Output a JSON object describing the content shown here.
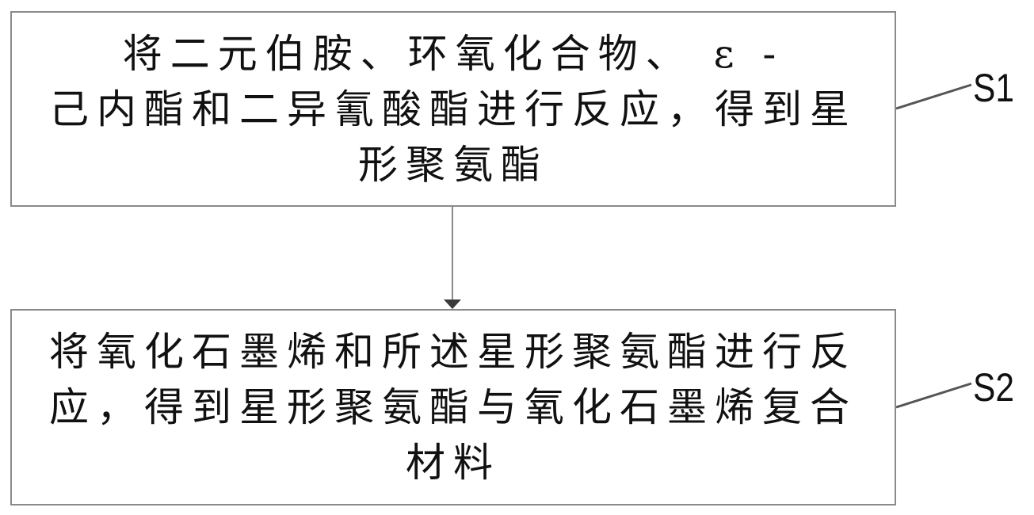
{
  "diagram": {
    "type": "flowchart",
    "steps": [
      {
        "id": "S1",
        "label": "S1",
        "lines": [
          "将二元伯胺、环氧化合物、 ε -",
          "己内酯和二异氰酸酯进行反应，得到星",
          "形聚氨酯"
        ]
      },
      {
        "id": "S2",
        "label": "S2",
        "lines": [
          "将氧化石墨烯和所述星形聚氨酯进行反",
          "应，得到星形聚氨酯与氧化石墨烯复合",
          "材料"
        ]
      }
    ],
    "edges": [
      {
        "from": "S1",
        "to": "S2"
      }
    ],
    "colors": {
      "border": "#8a8a8a",
      "arrow": "#3a3a3a",
      "text": "#111111"
    }
  }
}
